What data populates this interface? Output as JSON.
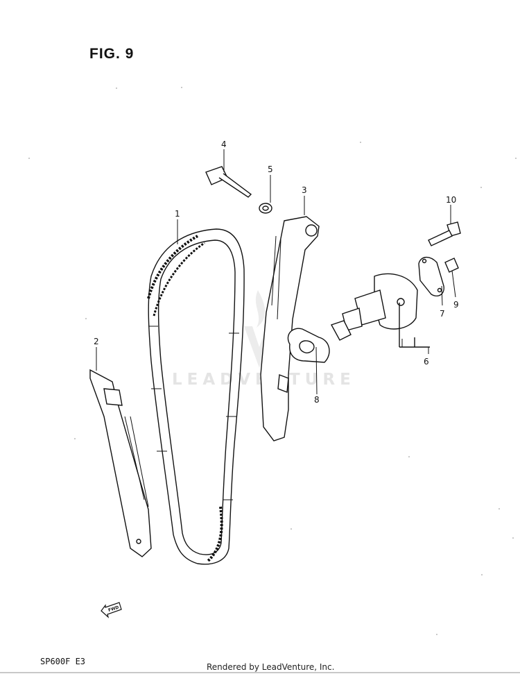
{
  "figure": {
    "title": "FIG. 9"
  },
  "footer": {
    "model_code": "SP600F E3",
    "credit": "Rendered by LeadVenture, Inc."
  },
  "watermark": {
    "text": "LEADVENTURE"
  },
  "direction_marker": {
    "label": "FWD"
  },
  "callouts": [
    {
      "number": "1",
      "part": "cam-chain"
    },
    {
      "number": "2",
      "part": "chain-guide-front"
    },
    {
      "number": "3",
      "part": "chain-tensioner-guide"
    },
    {
      "number": "4",
      "part": "guide-bolt"
    },
    {
      "number": "5",
      "part": "washer"
    },
    {
      "number": "6",
      "part": "tensioner-assembly"
    },
    {
      "number": "7",
      "part": "tensioner-gasket-small"
    },
    {
      "number": "8",
      "part": "tensioner-gasket"
    },
    {
      "number": "9",
      "part": "plug"
    },
    {
      "number": "10",
      "part": "tensioner-bolt"
    }
  ]
}
